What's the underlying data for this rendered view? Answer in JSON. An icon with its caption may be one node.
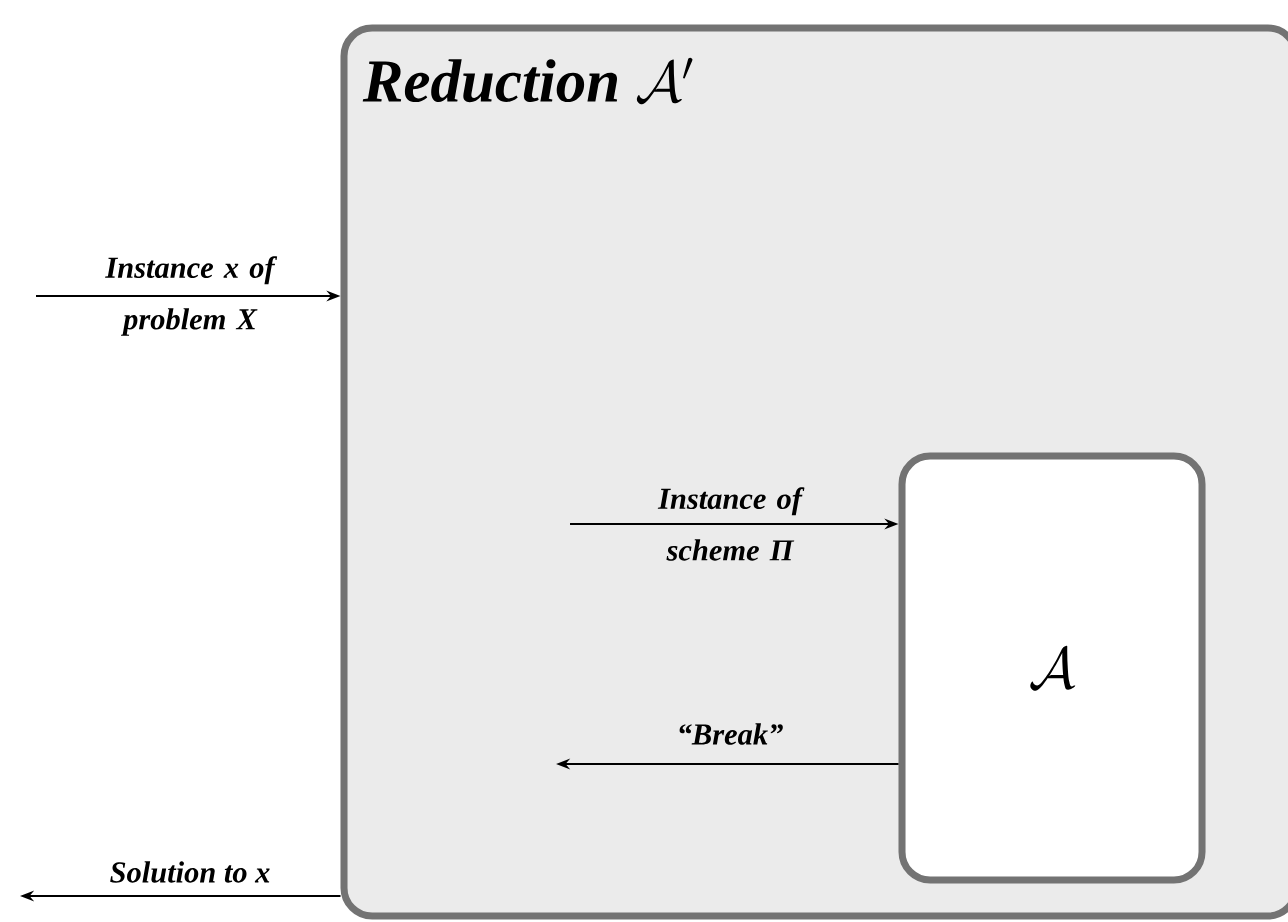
{
  "diagram": {
    "nodes": [
      {
        "text": [
          "Reduction",
          "\\mathcal{A}'"
        ]
      },
      {
        "text": [
          "\\mathcal{A}"
        ],
        "in": 0
      }
    ],
    "edges": [
      {
        "from": null,
        "to": 0,
        "arrow": "to",
        "label": "Instance x of problem X"
      },
      {
        "from": null,
        "to": 1,
        "arrow": "to",
        "label": "Instance of scheme Π"
      },
      {
        "from": 1,
        "to": null,
        "arrow": "to",
        "label": "“Break”"
      },
      {
        "from": 0,
        "to": null,
        "arrow": "to",
        "label": "Solution to x"
      }
    ]
  }
}
